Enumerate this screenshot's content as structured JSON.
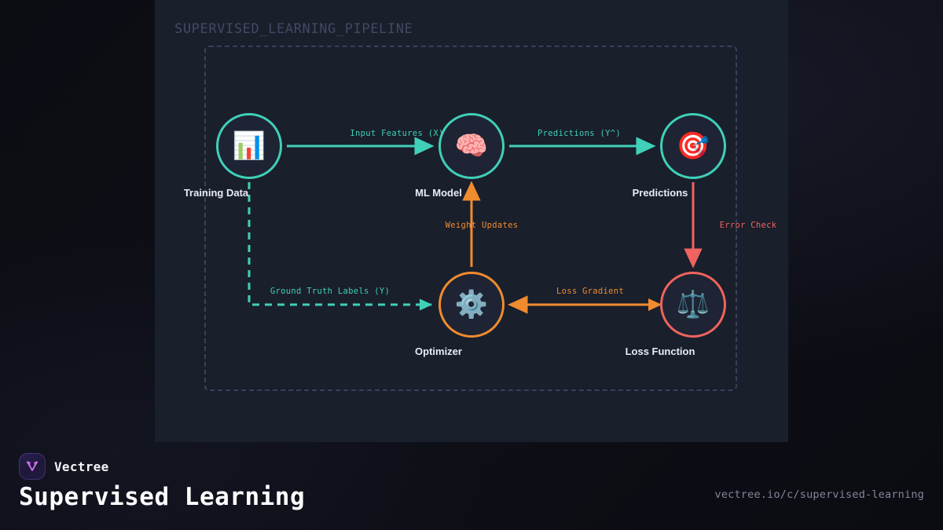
{
  "canvas": {
    "frame_title": "SUPERVISED_LEARNING_PIPELINE",
    "colors": {
      "outer_bg": "#0d0e15",
      "panel_bg": "#1a1f2c",
      "frame_border": "#39405a",
      "teal": "#3fd0b8",
      "orange": "#f08c2e",
      "red": "#f0635e",
      "node_fill": "#1e2433",
      "label_text": "#e8ecf4",
      "frame_title_text": "#414a63"
    },
    "nodes": [
      {
        "id": "training-data",
        "label": "Training Data",
        "icon": "bar-chart-emoji",
        "glyph": "📊",
        "ring": "teal"
      },
      {
        "id": "ml-model",
        "label": "ML Model",
        "icon": "brain-emoji",
        "glyph": "🧠",
        "ring": "teal"
      },
      {
        "id": "predictions",
        "label": "Predictions",
        "icon": "target-dart-emoji",
        "glyph": "🎯",
        "ring": "teal"
      },
      {
        "id": "optimizer",
        "label": "Optimizer",
        "icon": "gear-emoji",
        "glyph": "⚙️",
        "ring": "orange"
      },
      {
        "id": "loss-function",
        "label": "Loss Function",
        "icon": "balance-scale-emoji",
        "glyph": "⚖️",
        "ring": "red"
      }
    ],
    "edges": [
      {
        "id": "input-features",
        "label": "Input Features (X)",
        "color": "teal",
        "style": "solid",
        "from": "training-data",
        "to": "ml-model",
        "direction": "forward"
      },
      {
        "id": "predictions-out",
        "label": "Predictions (Y^)",
        "color": "teal",
        "style": "solid",
        "from": "ml-model",
        "to": "predictions",
        "direction": "forward"
      },
      {
        "id": "error-check",
        "label": "Error Check",
        "color": "red",
        "style": "solid",
        "from": "predictions",
        "to": "loss-function",
        "direction": "forward"
      },
      {
        "id": "loss-gradient",
        "label": "Loss Gradient",
        "color": "orange",
        "style": "solid",
        "from": "loss-function",
        "to": "optimizer",
        "direction": "both"
      },
      {
        "id": "weight-updates",
        "label": "Weight Updates",
        "color": "orange",
        "style": "solid",
        "from": "optimizer",
        "to": "ml-model",
        "direction": "forward"
      },
      {
        "id": "ground-truth-labels",
        "label": "Ground Truth Labels (Y)",
        "color": "teal",
        "style": "dashed",
        "from": "training-data",
        "to": "optimizer",
        "direction": "forward"
      }
    ]
  },
  "footer": {
    "brand_name": "Vectree",
    "brand_logo_icon": "vectree-logo-icon",
    "page_title": "Supervised Learning",
    "url": "vectree.io/c/supervised-learning"
  }
}
